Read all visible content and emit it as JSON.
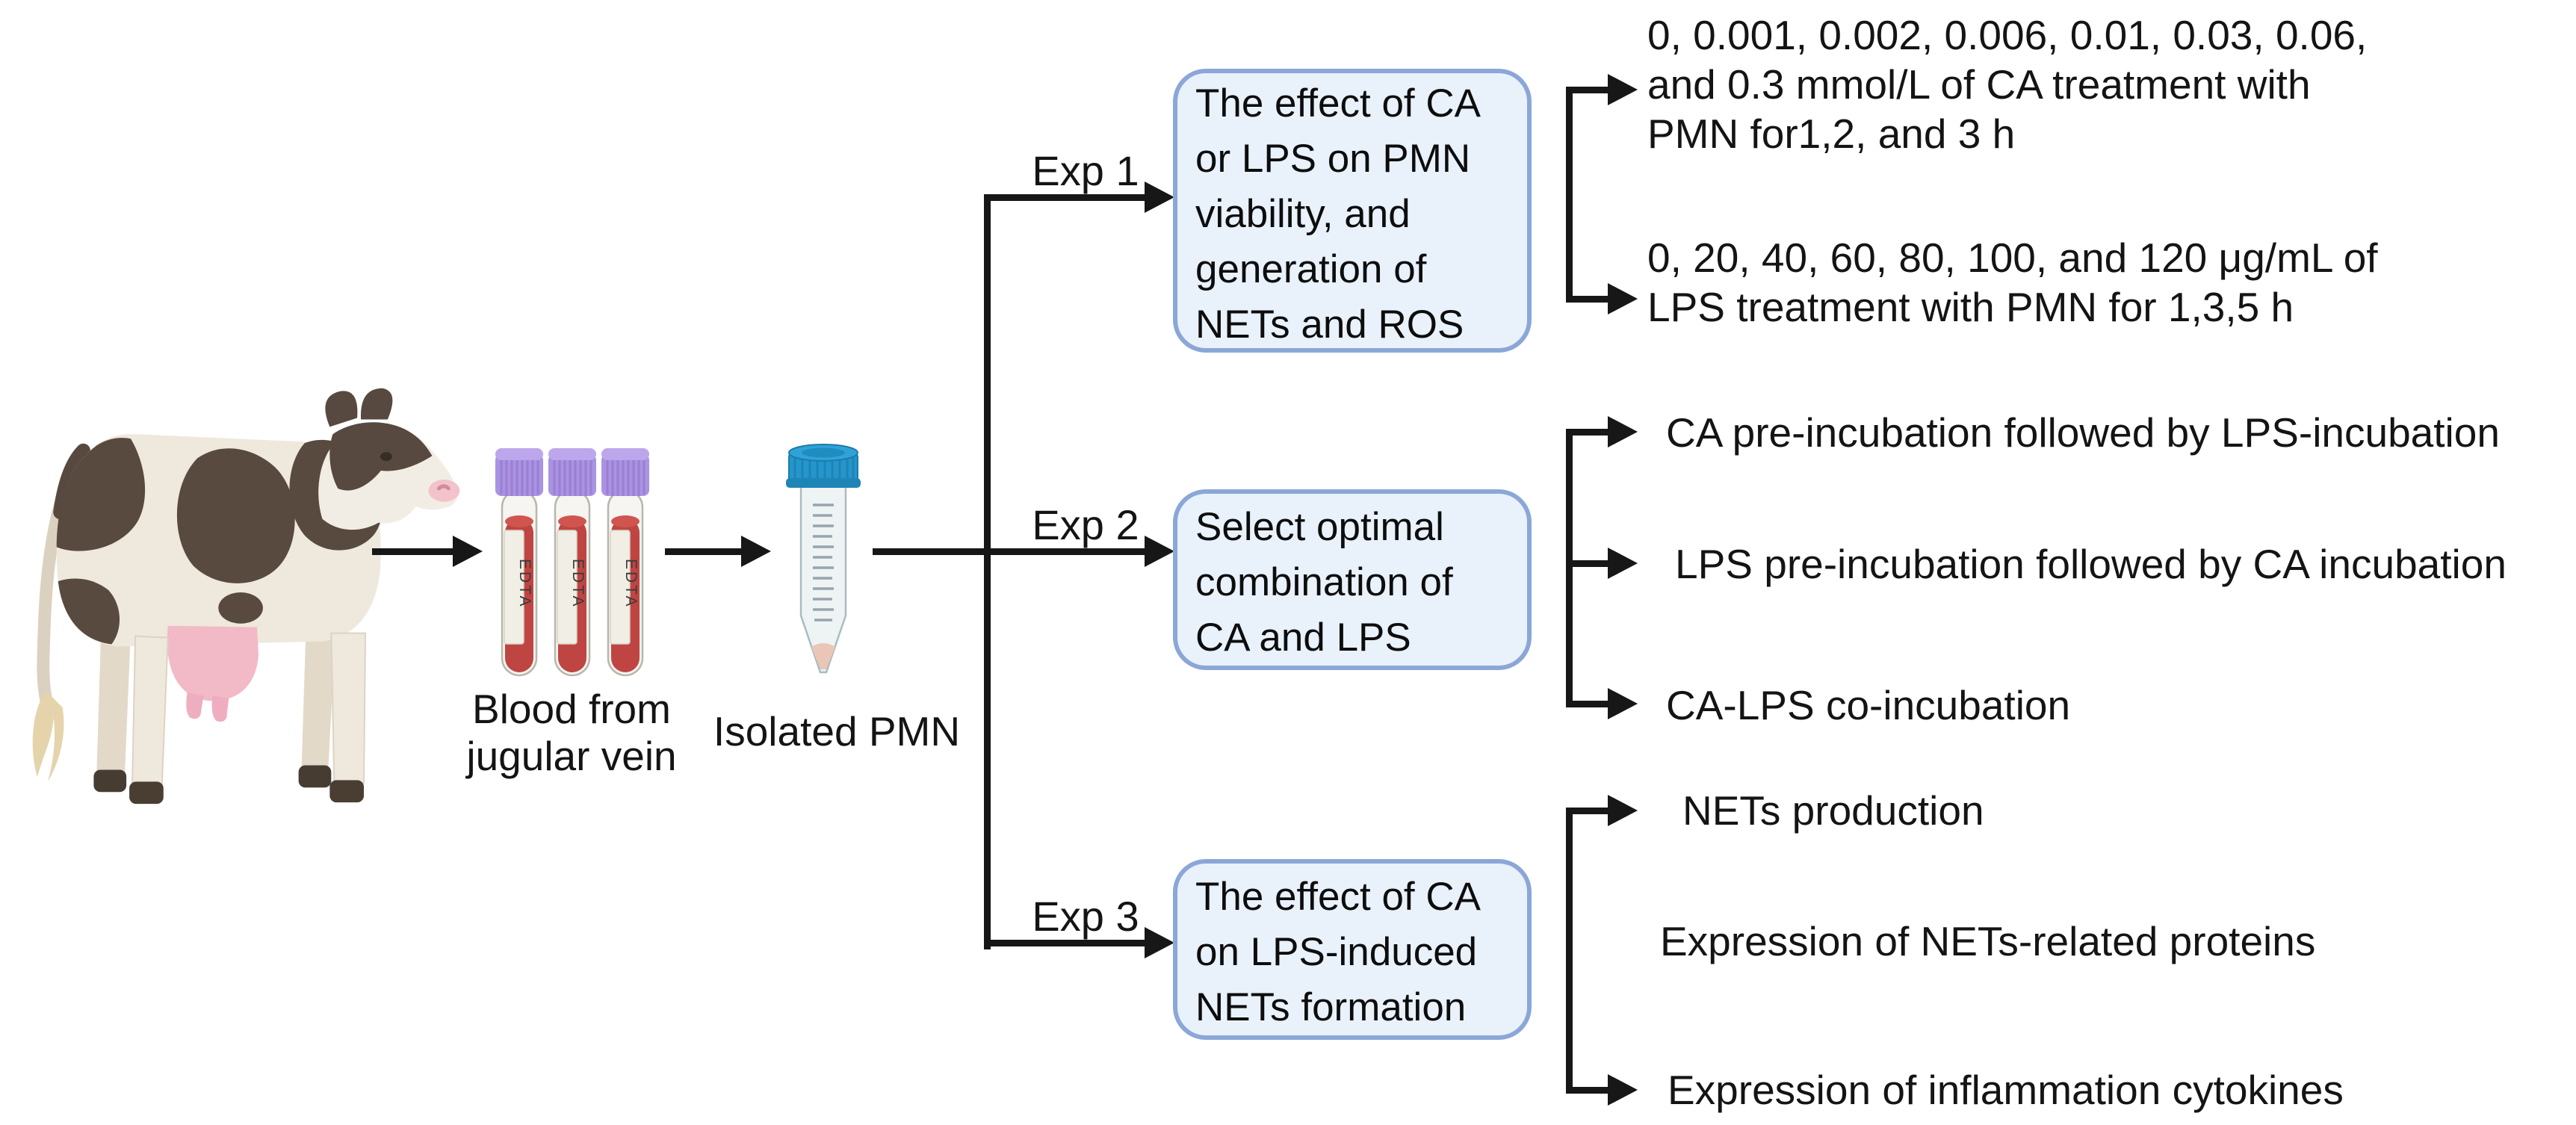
{
  "specimens": {
    "tube_label": "EDTA",
    "blood_caption": [
      "Blood from",
      "jugular vein"
    ],
    "pmn_caption": "Isolated PMN"
  },
  "experiments": [
    {
      "label": "Exp 1",
      "box": [
        "The effect of CA",
        "or LPS on PMN",
        "viability, and",
        "generation of",
        "NETs and ROS"
      ],
      "outcomes": [
        [
          "0, 0.001, 0.002, 0.006, 0.01, 0.03, 0.06,",
          "and 0.3 mmol/L of CA treatment with",
          "PMN for1,2, and 3 h"
        ],
        [
          "0, 20, 40, 60, 80, 100, and 120 μg/mL of",
          "LPS treatment with PMN for 1,3,5 h"
        ]
      ]
    },
    {
      "label": "Exp 2",
      "box": [
        "Select  optimal",
        "combination of",
        "CA and LPS"
      ],
      "outcomes": [
        [
          "CA pre-incubation followed by LPS-incubation"
        ],
        [
          "LPS pre-incubation followed by CA incubation"
        ],
        [
          "CA-LPS co-incubation"
        ]
      ]
    },
    {
      "label": "Exp 3",
      "box": [
        "The effect of CA",
        "on LPS-induced",
        "NETs formation"
      ],
      "outcomes": [
        [
          "NETs production"
        ],
        [
          "Expression of NETs-related proteins"
        ],
        [
          "Expression of inflammation cytokines"
        ]
      ]
    }
  ],
  "colors": {
    "line": "#171717",
    "box_fill": "#e9f1fb",
    "box_border": "#8ba7d7",
    "tube_cap_purple": "#ab93e3",
    "blood_red": "#bf4542",
    "falcon_cap_blue": "#2496cc",
    "cow_coat": "#efe8dc",
    "cow_patch": "#584a3f",
    "udder_pink": "#f2b9c7"
  }
}
